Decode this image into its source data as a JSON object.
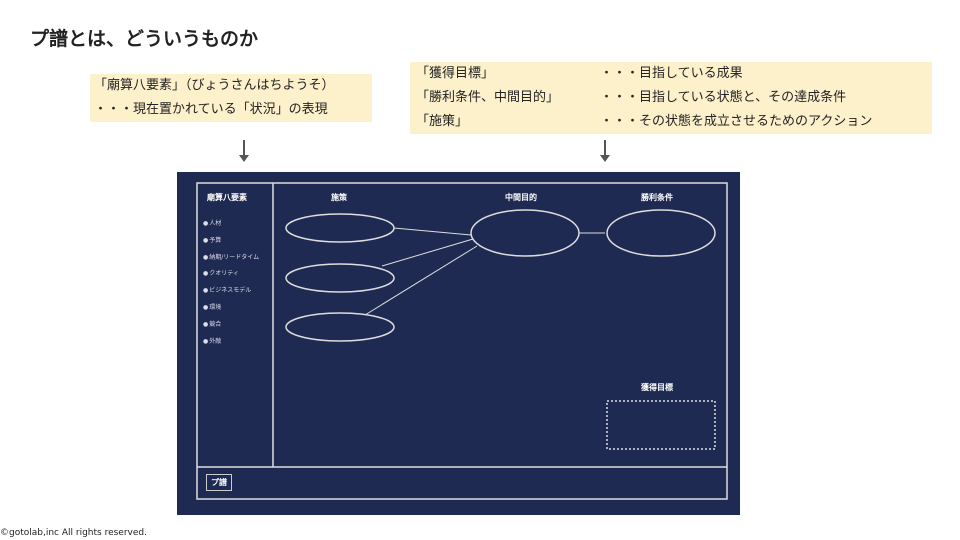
{
  "title": "プ譜とは、どういうものか",
  "left_note": {
    "line1": "「廟算八要素」（びょうさんはちようそ）",
    "line2": "・・・現在置かれている「状況」の表現"
  },
  "right_note": [
    {
      "term": "「獲得目標」",
      "desc": "・・・目指している成果"
    },
    {
      "term": "「勝利条件、中間目的」",
      "desc": "・・・目指している状態と、その達成条件"
    },
    {
      "term": "「施策」",
      "desc": "・・・その状態を成立させるためのアクション"
    }
  ],
  "board": {
    "sidebar_title": "廟算八要素",
    "elements": [
      "人材",
      "予算",
      "納期/リードタイム",
      "クオリティ",
      "ビジネスモデル",
      "環境",
      "競合",
      "外敵"
    ],
    "col_measures": "施策",
    "col_intermediate": "中間目的",
    "col_victory": "勝利条件",
    "goal": "獲得目標",
    "logo": "プ譜"
  },
  "footer": "©gotolab,inc All rights reserved."
}
